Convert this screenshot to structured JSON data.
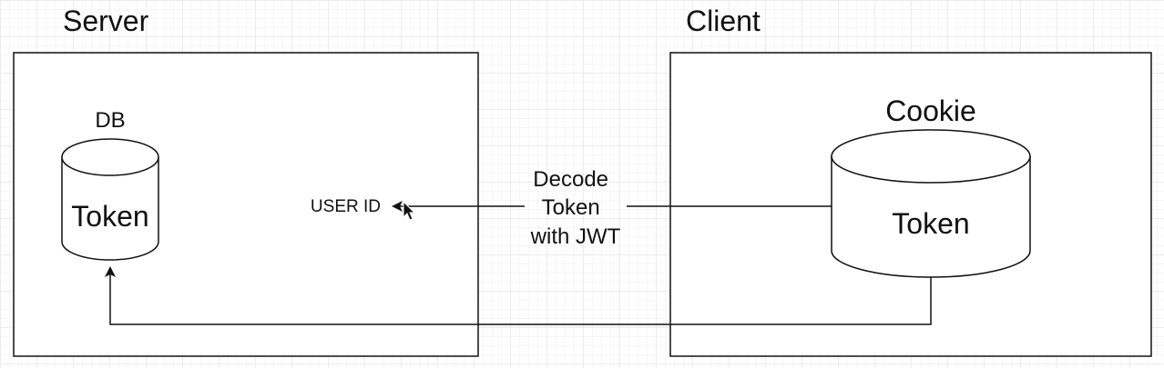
{
  "server": {
    "title": "Server",
    "db_label": "DB",
    "db_content": "Token",
    "user_id_label": "USER ID"
  },
  "client": {
    "title": "Client",
    "cookie_label": "Cookie",
    "cookie_content": "Token"
  },
  "edges": {
    "decode_label": [
      "Decode",
      "Token",
      "with JWT"
    ]
  },
  "colors": {
    "stroke": "#111111",
    "background": "#ffffff",
    "grid": "#ececec"
  },
  "icons": {
    "cursor": "mouse-pointer-icon"
  }
}
